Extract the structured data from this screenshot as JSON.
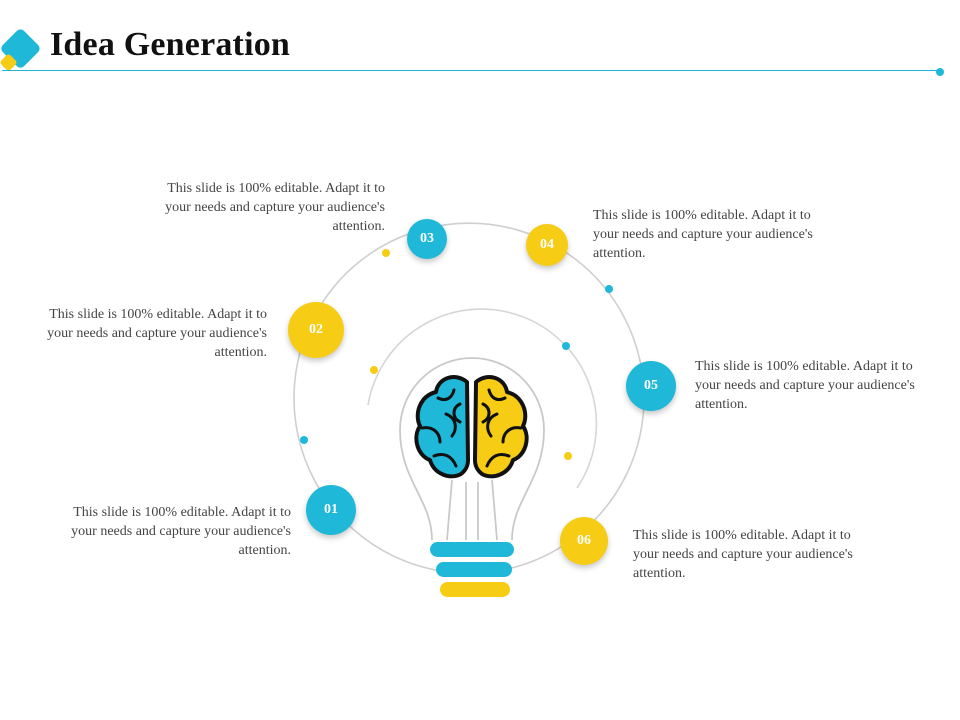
{
  "header": {
    "title": "Idea Generation"
  },
  "colors": {
    "accent_blue": "#1fb8d8",
    "accent_yellow": "#f6cc15",
    "line_gray": "#cfcfcf",
    "text_dark": "#111111",
    "text_body": "#444444"
  },
  "icons": {
    "central": "lightbulb-with-brain-icon",
    "logo": "diamond-logo-icon"
  },
  "steps": [
    {
      "number": "01",
      "color": "blue",
      "text": "This slide is 100% editable. Adapt it to your needs and capture your audience's attention."
    },
    {
      "number": "02",
      "color": "yellow",
      "text": "This slide is 100% editable. Adapt it to your needs and capture your audience's attention."
    },
    {
      "number": "03",
      "color": "blue",
      "text": "This slide is 100% editable. Adapt it to your needs and capture your audience's attention."
    },
    {
      "number": "04",
      "color": "yellow",
      "text": "This slide is 100% editable. Adapt it to your needs and capture your audience's attention."
    },
    {
      "number": "05",
      "color": "blue",
      "text": "This slide is 100% editable. Adapt it to your needs and capture your audience's attention."
    },
    {
      "number": "06",
      "color": "yellow",
      "text": "This slide is 100% editable. Adapt it to your needs and capture your audience's attention."
    }
  ]
}
